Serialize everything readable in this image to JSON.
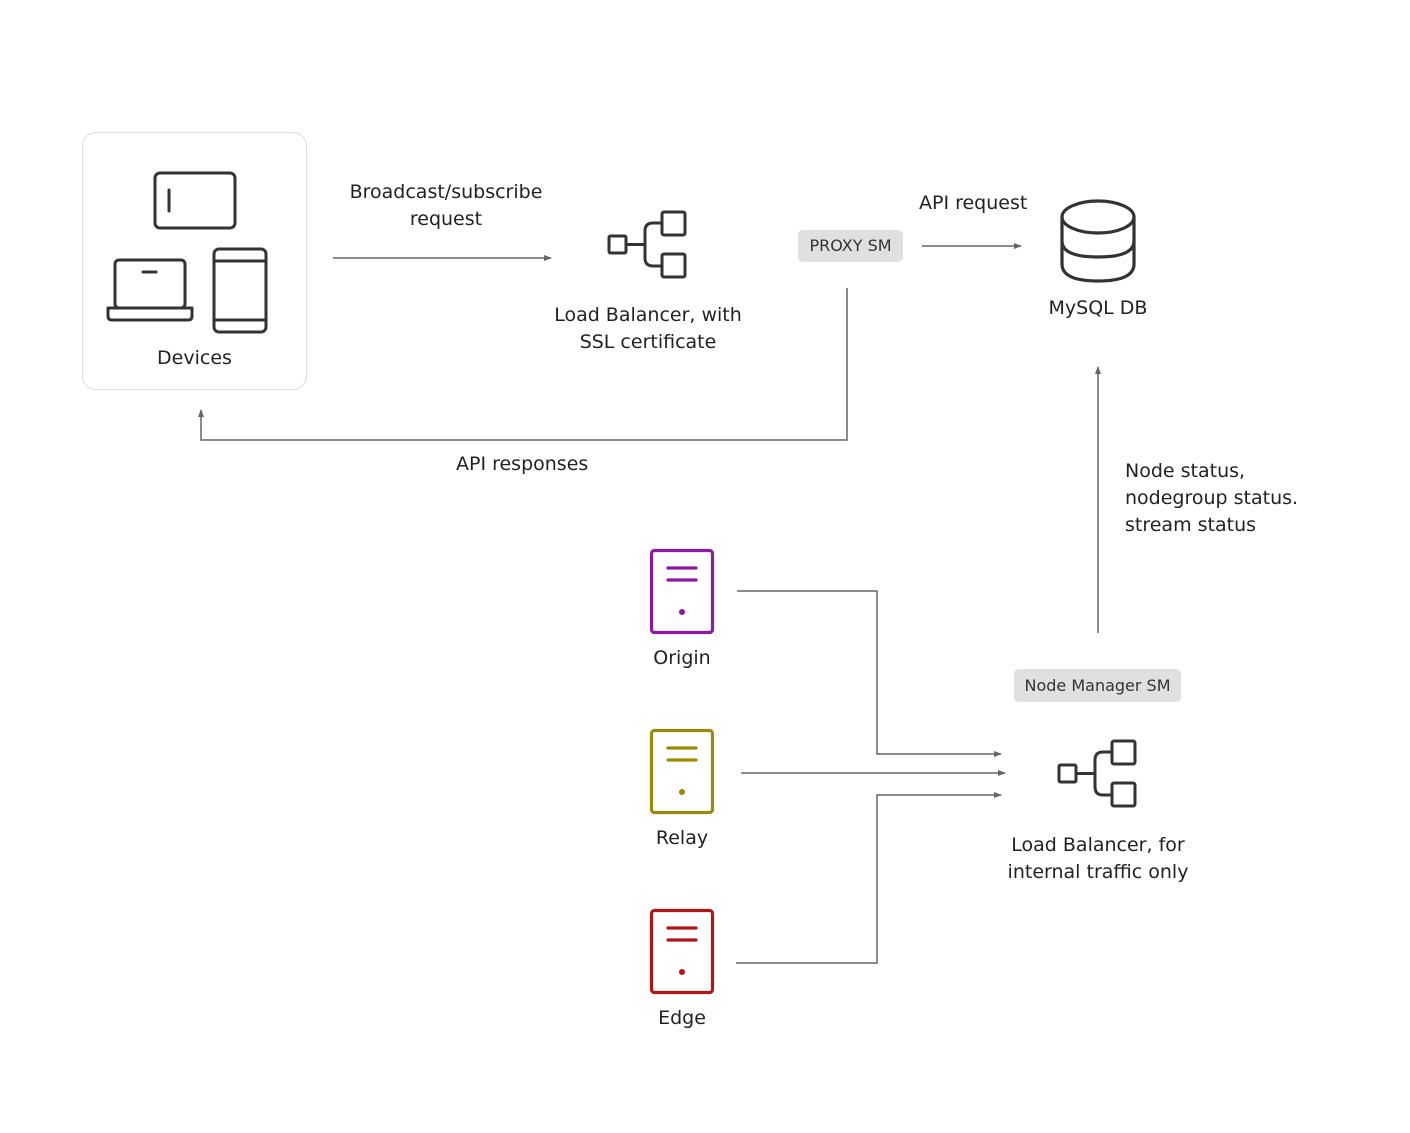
{
  "devices": {
    "label": "Devices",
    "icon": "devices-icon"
  },
  "broadcast_request": {
    "line1": "Broadcast/subscribe",
    "line2": "request"
  },
  "load_balancer_ssl": {
    "line1": "Load Balancer, with",
    "line2": "SSL certificate",
    "icon": "load-balancer-icon"
  },
  "proxy": {
    "label": "PROXY SM"
  },
  "api_request": {
    "label": "API request"
  },
  "mysql": {
    "label": "MySQL DB",
    "icon": "database-icon"
  },
  "api_responses": {
    "label": "API responses"
  },
  "status_note": {
    "line1": "Node status,",
    "line2": "nodegroup status.",
    "line3": "stream status"
  },
  "servers": [
    {
      "label": "Origin",
      "color": "#8b1aa0"
    },
    {
      "label": "Relay",
      "color": "#9a8a0c"
    },
    {
      "label": "Edge",
      "color": "#b01518"
    }
  ],
  "node_manager": {
    "label": "Node Manager SM"
  },
  "load_balancer_internal": {
    "line1": "Load Balancer, for",
    "line2": "internal traffic only",
    "icon": "load-balancer-icon"
  },
  "colors": {
    "line": "#666666",
    "icon_stroke": "#333333",
    "pill_bg": "#e0e0e0",
    "box_border": "#dcdcdc"
  }
}
